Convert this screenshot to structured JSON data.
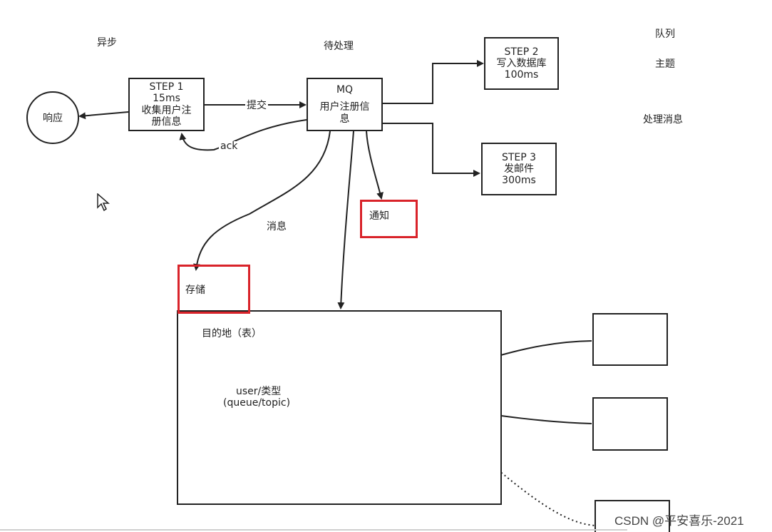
{
  "labels": {
    "async": "异步",
    "pending": "待处理",
    "queue": "队列",
    "topic": "主题",
    "process_msg": "处理消息",
    "submit": "提交",
    "ack": "ack",
    "message": "消息",
    "notify": "通知",
    "storage": "存储",
    "destination": "目的地（表）",
    "type_line1": "user/类型",
    "type_line2": "(queue/topic)"
  },
  "nodes": {
    "response": "响应",
    "step1": [
      "STEP 1",
      "15ms",
      "收集用户注",
      "册信息"
    ],
    "mq": [
      "MQ",
      "用户注册信",
      "息"
    ],
    "step2": [
      "STEP 2",
      "写入数据库",
      "100ms"
    ],
    "step3": [
      "STEP 3",
      "发邮件",
      "300ms"
    ]
  },
  "watermark": "CSDN @平安喜乐-2021",
  "colors": {
    "highlight": "#d9232a",
    "stroke": "#222222"
  }
}
